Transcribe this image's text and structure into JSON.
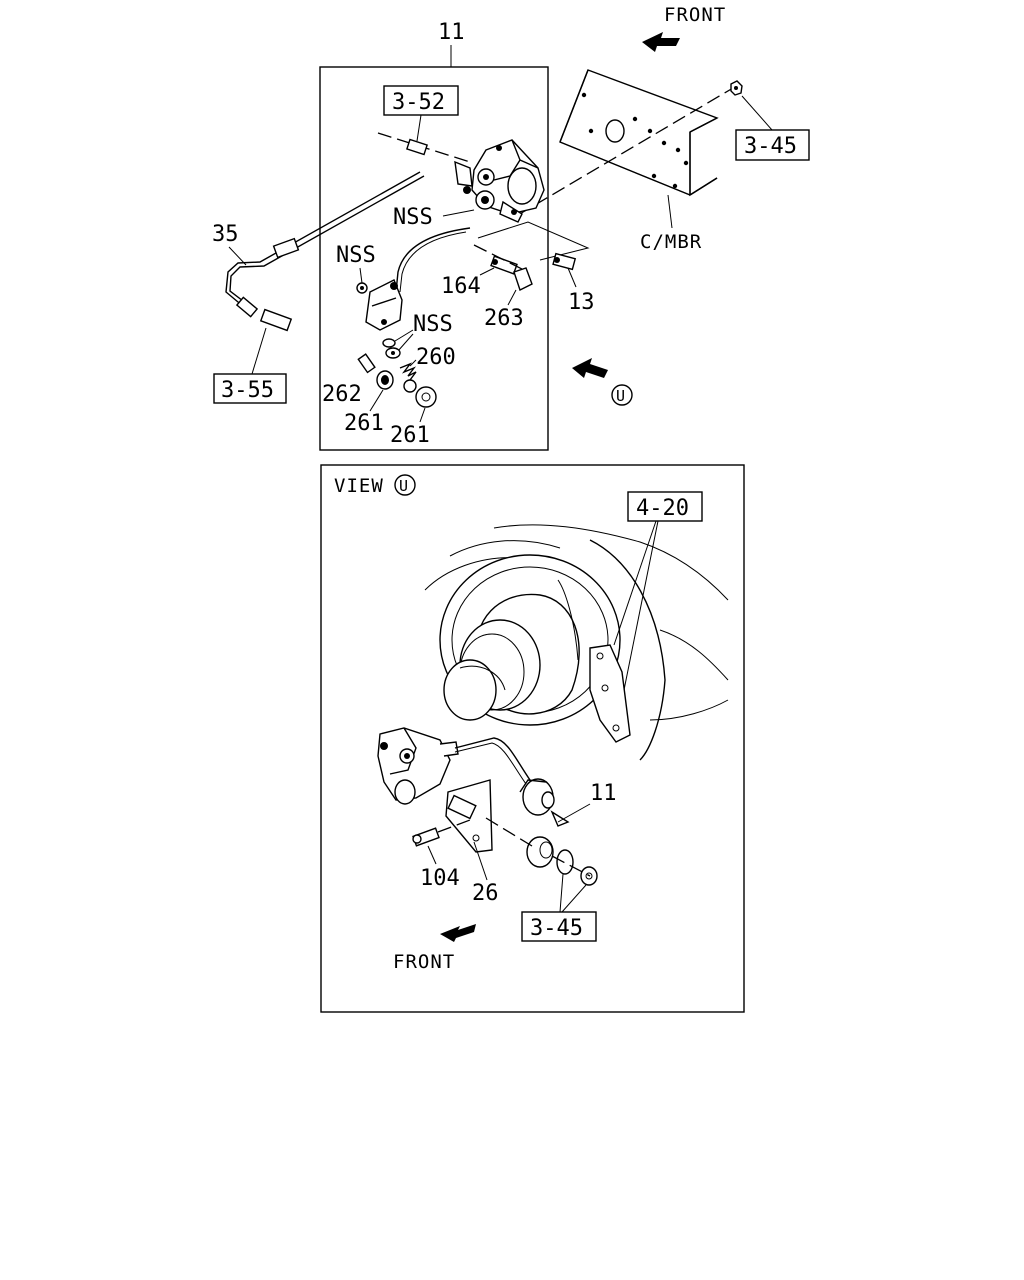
{
  "upper_panel": {
    "assembly_no": "11",
    "direction": "FRONT",
    "frame_label": "C/MBR",
    "view_marker": "U",
    "refs": [
      "3-52",
      "3-45",
      "3-55"
    ],
    "parts": {
      "p35": "35",
      "nss1": "NSS",
      "nss2": "NSS",
      "nss3": "NSS",
      "p164": "164",
      "p263": "263",
      "p13": "13",
      "p260": "260",
      "p262": "262",
      "p261a": "261",
      "p261b": "261"
    }
  },
  "lower_panel": {
    "view_label": "VIEW",
    "view_marker": "U",
    "direction": "FRONT",
    "refs": [
      "4-20",
      "3-45"
    ],
    "parts": {
      "p11": "11",
      "p104": "104",
      "p26": "26"
    }
  },
  "icons": [
    "front-arrow-icon",
    "view-arrow-icon",
    "view-marker-icon"
  ]
}
